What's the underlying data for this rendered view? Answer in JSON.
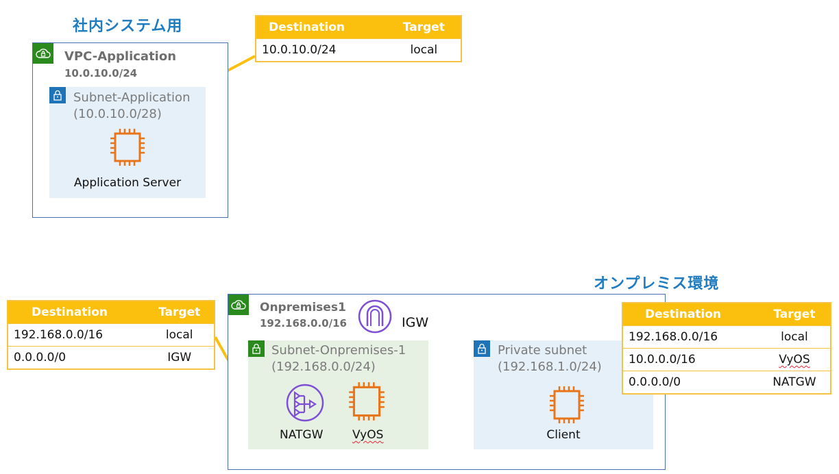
{
  "sections": {
    "internal": "社内システム用",
    "onprem": "オンプレミス環境"
  },
  "vpc_app": {
    "name": "VPC-Application",
    "cidr": "10.0.10.0/24",
    "subnet": {
      "name": "Subnet-Application",
      "cidr": "(10.0.10.0/28)"
    },
    "server_label": "Application Server",
    "route_table": {
      "headers": [
        "Destination",
        "Target"
      ],
      "rows": [
        [
          "10.0.10.0/24",
          "local"
        ]
      ]
    }
  },
  "vpc_onprem": {
    "name": "Onpremises1",
    "cidr": "192.168.0.0/16",
    "igw_label": "IGW",
    "subnet_public": {
      "name": "Subnet-Onpremises-1",
      "cidr": "(192.168.0.0/24)"
    },
    "natgw_label": "NATGW",
    "vyos_label": "VyOS",
    "subnet_private": {
      "name": "Private subnet",
      "cidr": "(192.168.1.0/24)"
    },
    "client_label": "Client",
    "public_route_table": {
      "headers": [
        "Destination",
        "Target"
      ],
      "rows": [
        [
          "192.168.0.0/16",
          "local"
        ],
        [
          "0.0.0.0/0",
          "IGW"
        ]
      ]
    },
    "private_route_table": {
      "headers": [
        "Destination",
        "Target"
      ],
      "rows": [
        [
          "192.168.0.0/16",
          "local"
        ],
        [
          "10.0.0.0/16",
          "VyOS"
        ],
        [
          "0.0.0.0/0",
          "NATGW"
        ]
      ]
    }
  },
  "colors": {
    "title_blue": "#1f7cc1",
    "vpc_green": "#2a8a1e",
    "lock_blue": "#1f73b7",
    "route_yellow": "#fbbf0e",
    "ec2_orange": "#e8751a",
    "igw_purple": "#7e4fd6"
  }
}
